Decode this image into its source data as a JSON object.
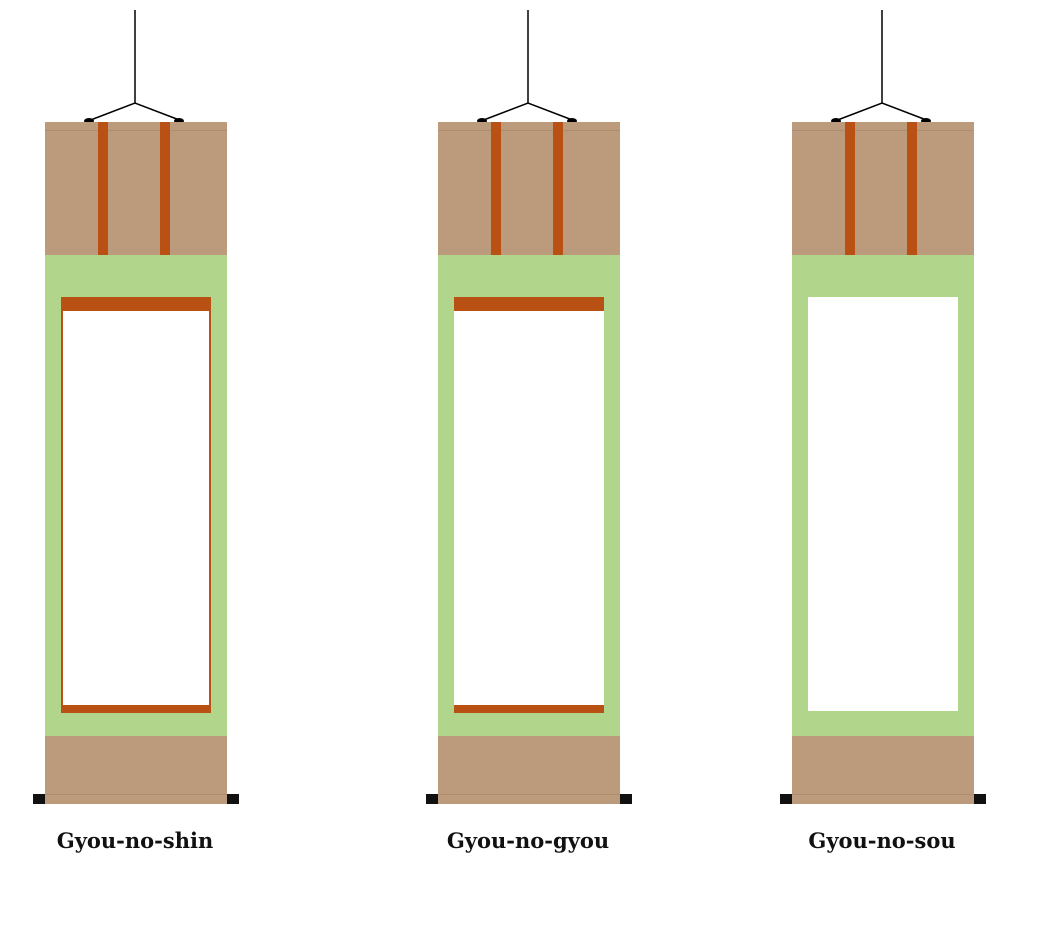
{
  "colors": {
    "brown": "#bc9a7c",
    "strip": "#b95114",
    "green": "#b1d58a",
    "black": "#111111"
  },
  "scrolls": [
    {
      "label": "Gyou-no-shin",
      "inner_frame": "full"
    },
    {
      "label": "Gyou-no-gyou",
      "inner_frame": "top-bottom"
    },
    {
      "label": "Gyou-no-sou",
      "inner_frame": "none"
    }
  ]
}
